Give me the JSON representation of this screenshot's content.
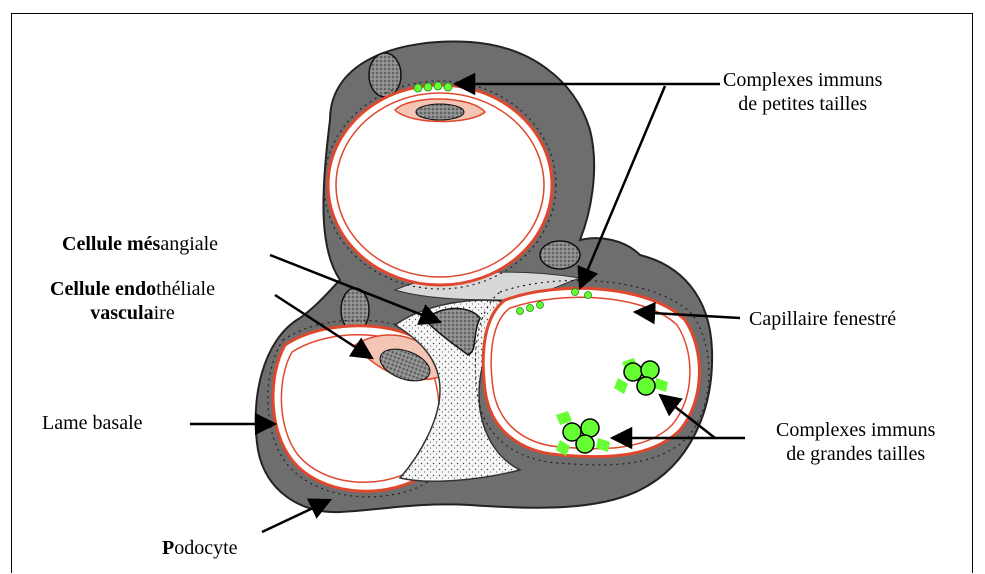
{
  "labels": {
    "small_complexes_line1": "Complexes immuns",
    "small_complexes_line2": "de petites tailles",
    "mesangial_bold": "Cellule més",
    "mesangial_rest": "angiale",
    "endothelial_bold1": "Cellule endo",
    "endothelial_rest1": "théliale",
    "endothelial_bold2": "vascula",
    "endothelial_rest2": "ire",
    "basal_lamina": "Lame basale",
    "fenestrated_capillary": "Capillaire fenestré",
    "large_complexes_line1": "Complexes immuns",
    "large_complexes_line2": "de grandes tailles",
    "podocyte_bold": "P",
    "podocyte_rest": "odocyte"
  },
  "colors": {
    "podocyte_gray": "#6e6e6e",
    "capillary_red": "#e0482e",
    "endothelial_pink": "#f4c4b4",
    "immune_green": "#66ff33",
    "mesangial_stipple": "#ececec",
    "nucleus_gray": "#5a5a5a"
  }
}
